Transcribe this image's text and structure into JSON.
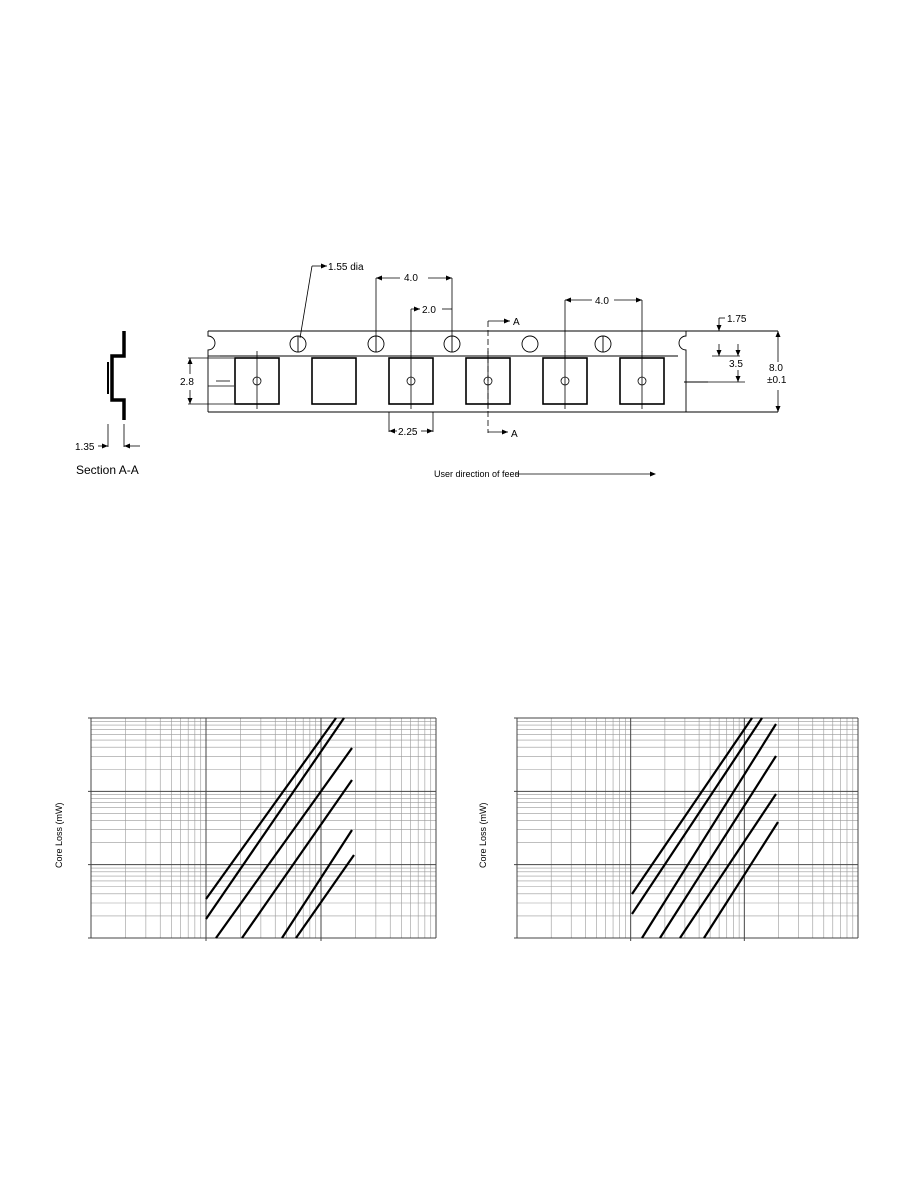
{
  "tape_drawing": {
    "hole_dia_label": "1.55 dia",
    "hole_pitch_label": "4.0",
    "hole_to_pocket_label": "2.0",
    "pocket_pitch_label": "4.0",
    "edge_to_hole_label": "1.75",
    "hole_to_center_label": "3.5",
    "tape_width_label": "8.0",
    "tape_width_tol_label": "±0.1",
    "pocket_size_label": "2.8",
    "pocket_offset_label": "2.25",
    "section_marker_top": "A",
    "section_marker_bottom": "A",
    "feed_direction_label": "User direction of feed"
  },
  "section_view": {
    "title": "Section  A-A",
    "thickness_label": "1.35"
  },
  "charts": [
    {
      "ylabel": "Core Loss (mW)"
    },
    {
      "ylabel": "Core Loss (mW)"
    }
  ]
}
